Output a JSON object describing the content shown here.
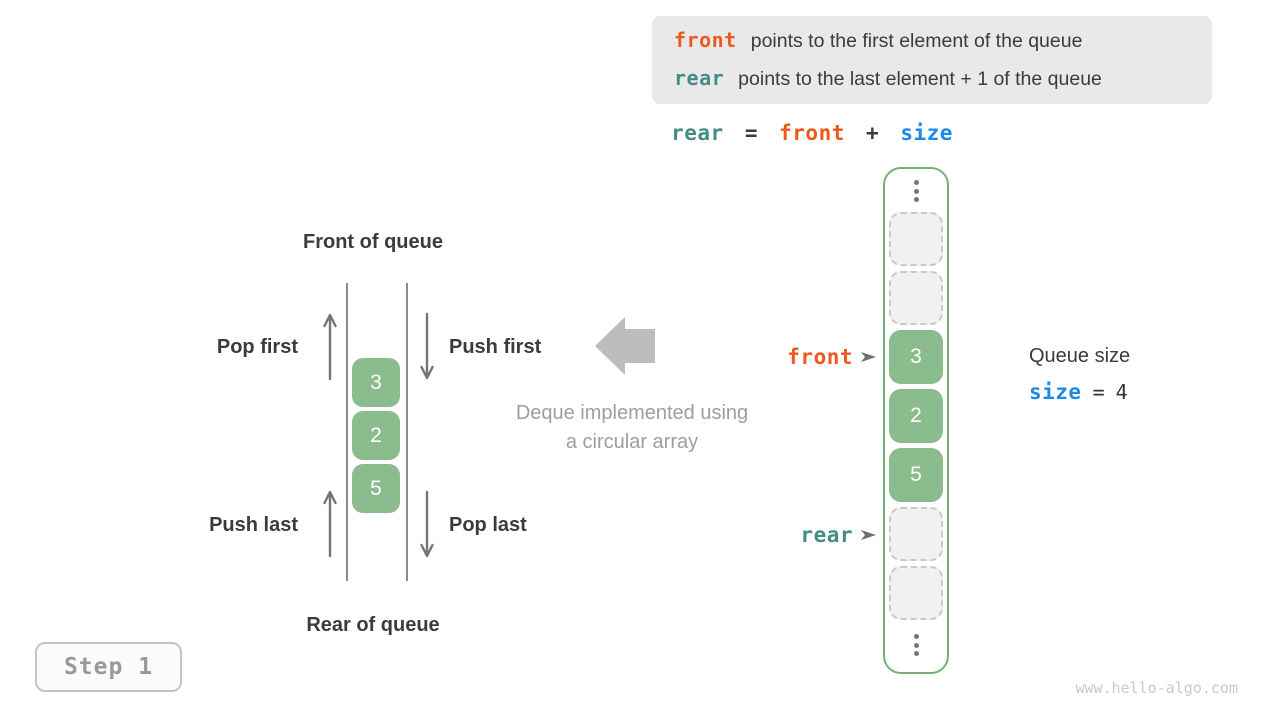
{
  "info_box": {
    "lines": [
      {
        "term": "front",
        "text": "points to the first element of the queue"
      },
      {
        "term": "rear",
        "text": "points to the last element + 1 of the queue"
      }
    ]
  },
  "formula": {
    "parts": [
      {
        "text": "rear"
      },
      {
        "text": "="
      },
      {
        "text": "front"
      },
      {
        "text": "+"
      },
      {
        "text": "size"
      }
    ]
  },
  "vertical_queue": {
    "front_label": "Front of queue",
    "rear_label": "Rear of queue",
    "pop_first": "Pop first",
    "push_first": "Push first",
    "push_last": "Push last",
    "pop_last": "Pop last",
    "elements": [
      "3",
      "2",
      "5"
    ]
  },
  "caption": {
    "line1": "Deque implemented using",
    "line2": "a circular array"
  },
  "array": {
    "cells": [
      {
        "type": "ellipsis"
      },
      {
        "type": "empty"
      },
      {
        "type": "empty"
      },
      {
        "type": "filled",
        "value": "3"
      },
      {
        "type": "filled",
        "value": "2"
      },
      {
        "type": "filled",
        "value": "5"
      },
      {
        "type": "empty"
      },
      {
        "type": "empty"
      },
      {
        "type": "ellipsis"
      }
    ],
    "front_pointer": "front",
    "rear_pointer": "rear"
  },
  "queue_size": {
    "title": "Queue size",
    "variable": "size",
    "equals": "=",
    "value": "4"
  },
  "step_badge": "Step 1",
  "watermark": "www.hello-algo.com",
  "colors": {
    "orange": "#ed5a1f",
    "teal": "#448d85",
    "blue": "#1e88e5",
    "green_fill": "#8bbc8d",
    "green_border": "#72b075",
    "gray_caption": "#9e9e9e",
    "dark_text": "#3b3b3b",
    "arrow_gray": "#757575",
    "block_arrow_gray": "#bdbdbd"
  }
}
